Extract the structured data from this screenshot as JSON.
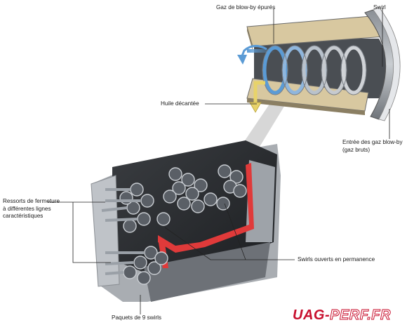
{
  "labels": {
    "blowby_cleaned": "Gaz de blow-by épurés",
    "swirl": "Swirl",
    "decanted_oil": "Huile décantée",
    "raw_gas_inlet": "Entrée des gaz blow-by\n(gaz bruts)",
    "springs": "Ressorts de fermeture\nà différentes lignes\ncaractéristiques",
    "open_swirls": "Swirls ouverts en permanence",
    "swirl_packs": "Paquets de 9 swirls"
  },
  "logo": {
    "part1": "UAG-",
    "part2": "PERF.FR"
  },
  "colors": {
    "gas_arrow": "#5b9bd5",
    "oil_arrow": "#e8d36a",
    "housing_tan": "#d8c8a0",
    "seal_red": "#e03a3a",
    "logo_red": "#c8102e"
  }
}
